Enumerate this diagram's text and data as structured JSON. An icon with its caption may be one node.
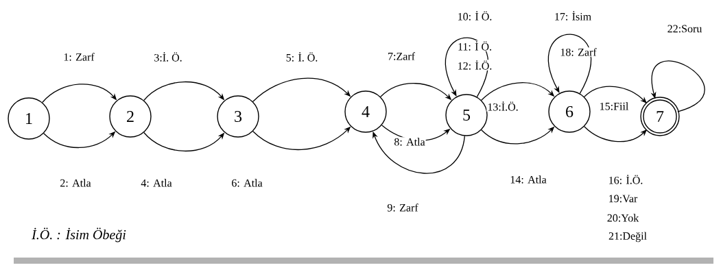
{
  "diagram": {
    "nodes": [
      {
        "text": [
          "1"
        ]
      },
      {
        "text": [
          "2"
        ]
      },
      {
        "text": [
          "3"
        ]
      },
      {
        "text": [
          "4"
        ]
      },
      {
        "text": [
          "5"
        ]
      },
      {
        "text": [
          "6"
        ]
      },
      {
        "text": [
          "7"
        ]
      }
    ],
    "edges": [
      {
        "from": 0,
        "to": 1,
        "arrow": "to",
        "label": "1: Zarf"
      },
      {
        "from": 0,
        "to": 1,
        "arrow": "to",
        "label": "2: Atla"
      },
      {
        "from": 1,
        "to": 2,
        "arrow": "to",
        "label": "3:İ. Ö."
      },
      {
        "from": 1,
        "to": 2,
        "arrow": "to",
        "label": "4: Atla"
      },
      {
        "from": 2,
        "to": 3,
        "arrow": "to",
        "label": "5: İ. Ö."
      },
      {
        "from": 2,
        "to": 3,
        "arrow": "to",
        "label": "6: Atla"
      },
      {
        "from": 3,
        "to": 4,
        "arrow": "to",
        "label": "7:Zarf"
      },
      {
        "from": 3,
        "to": 4,
        "arrow": "to",
        "label": "8: Atla"
      },
      {
        "from": 4,
        "to": 3,
        "arrow": "to",
        "label": "9: Zarf"
      },
      {
        "from": 4,
        "to": 4,
        "arrow": "to",
        "label": "10: İ Ö."
      },
      {
        "from": 4,
        "to": 5,
        "arrow": "to",
        "label": "13:İ.Ö."
      },
      {
        "from": 4,
        "to": 5,
        "arrow": "to",
        "label": "14: Atla"
      },
      {
        "from": 5,
        "to": 5,
        "arrow": "to",
        "label": "17: İsim"
      },
      {
        "from": 5,
        "to": 6,
        "arrow": "to",
        "label": "15:Fiil"
      },
      {
        "from": 5,
        "to": 6,
        "arrow": "to",
        "label": "16: İ.Ö."
      },
      {
        "from": 6,
        "to": 6,
        "arrow": "to",
        "label": "22:Soru"
      }
    ],
    "labels": [
      "11: İ Ö.",
      "12: İ.Ö.",
      "18: Zarf",
      "*İ.Ö. : İsim Öbeği*",
      "19:Var",
      "20:Yok",
      "21:Değil"
    ]
  }
}
